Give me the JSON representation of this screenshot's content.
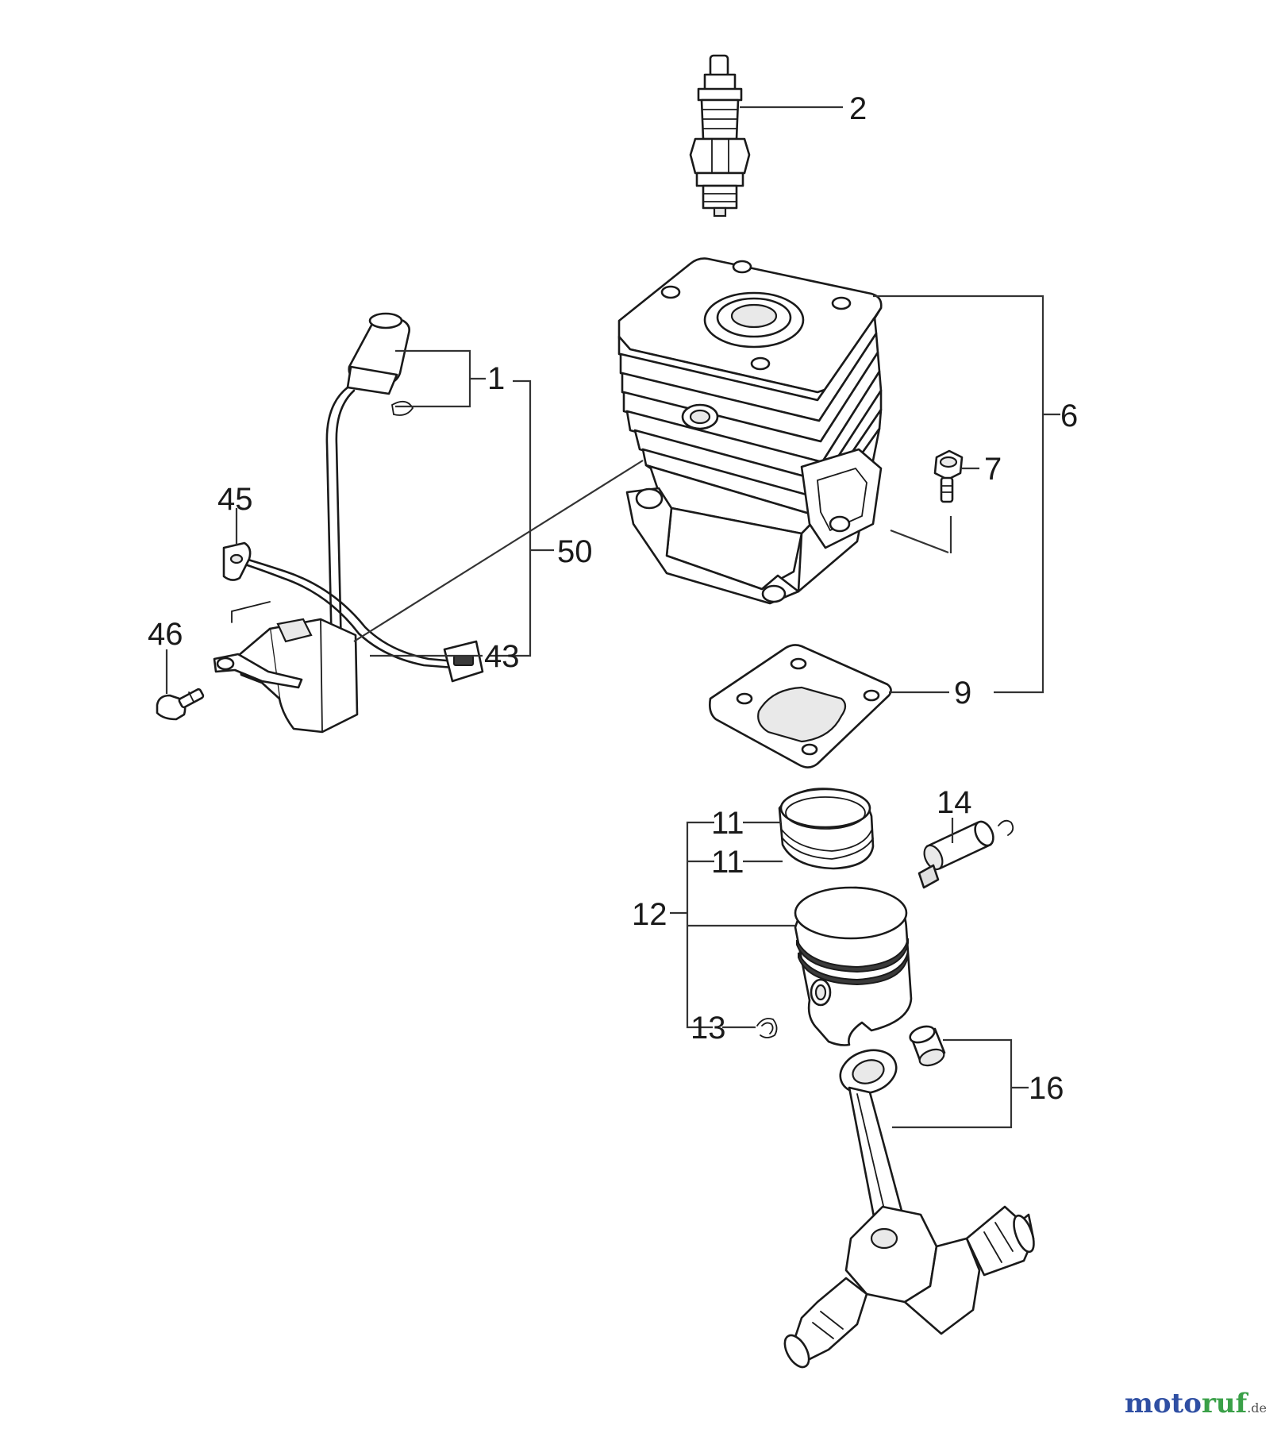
{
  "callouts": [
    {
      "id": "2",
      "label": "2"
    },
    {
      "id": "1",
      "label": "1"
    },
    {
      "id": "6",
      "label": "6"
    },
    {
      "id": "7",
      "label": "7"
    },
    {
      "id": "45",
      "label": "45"
    },
    {
      "id": "50",
      "label": "50"
    },
    {
      "id": "46",
      "label": "46"
    },
    {
      "id": "43",
      "label": "43"
    },
    {
      "id": "9",
      "label": "9"
    },
    {
      "id": "14",
      "label": "14"
    },
    {
      "id": "11a",
      "label": "11"
    },
    {
      "id": "11b",
      "label": "11"
    },
    {
      "id": "12",
      "label": "12"
    },
    {
      "id": "13",
      "label": "13"
    },
    {
      "id": "16",
      "label": "16"
    }
  ],
  "watermark": {
    "part_a": "moto",
    "part_b": "ruf",
    "tld": ".de"
  }
}
